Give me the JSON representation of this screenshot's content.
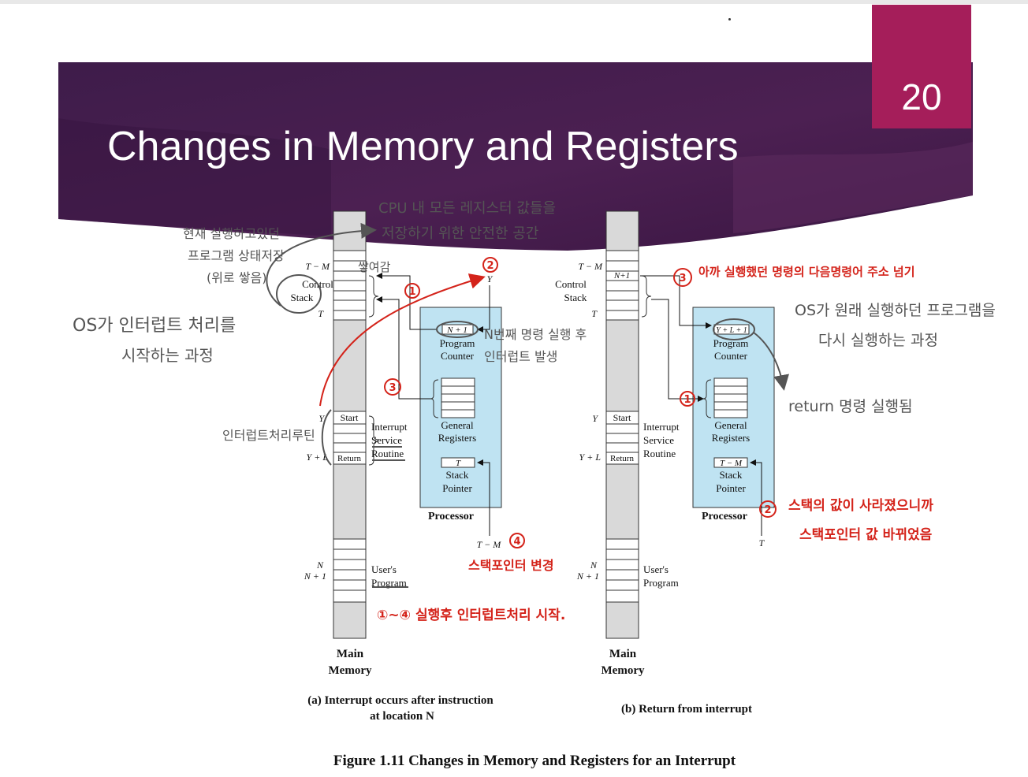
{
  "slide": {
    "number": "20",
    "title": "Changes in Memory and Registers",
    "colors": {
      "banner": "#4a1f4f",
      "badge": "#a51e5a",
      "processor": "#bfe3f2",
      "memory": "#d9d9d9",
      "annotation_red": "#d4231a",
      "annotation_gray": "#555555"
    }
  },
  "figure": {
    "caption": "Figure 1.11  Changes in Memory and Registers for an Interrupt",
    "a": {
      "caption_line1": "(a)  Interrupt occurs after instruction",
      "caption_line2": "at location N",
      "mem_labels": {
        "tm": "T − M",
        "t": "T",
        "y": "Y",
        "yl": "Y + L",
        "n": "N",
        "n1": "N + 1",
        "control": "Control",
        "stack": "Stack",
        "start": "Start",
        "return": "Return",
        "isr1": "Interrupt",
        "isr2": "Service",
        "isr3": "Routine",
        "user1": "User's",
        "user2": "Program",
        "main1": "Main",
        "main2": "Memory"
      },
      "proc_labels": {
        "pc_value": "N + 1",
        "pc1": "Program",
        "pc2": "Counter",
        "gr1": "General",
        "gr2": "Registers",
        "sp_value": "T",
        "sp1": "Stack",
        "sp2": "Pointer",
        "processor": "Processor",
        "y_top": "Y",
        "tm_bottom": "T − M"
      }
    },
    "b": {
      "caption": "(b)  Return from interrupt",
      "mem_labels": {
        "tm": "T − M",
        "t": "T",
        "y": "Y",
        "yl": "Y + L",
        "n": "N",
        "n1": "N + 1",
        "control": "Control",
        "stack": "Stack",
        "start": "Start",
        "return": "Return",
        "isr1": "Interrupt",
        "isr2": "Service",
        "isr3": "Routine",
        "user1": "User's",
        "user2": "Program",
        "main1": "Main",
        "main2": "Memory",
        "stack_top": "N+1"
      },
      "proc_labels": {
        "pc_value": "Y + L + 1",
        "pc1": "Program",
        "pc2": "Counter",
        "gr1": "General",
        "gr2": "Registers",
        "sp_value": "T − M",
        "sp1": "Stack",
        "sp2": "Pointer",
        "processor": "Processor",
        "t_bottom": "T"
      }
    }
  },
  "annotations": {
    "cpu_regs_1": "CPU 내 모든 레지스터 값들을",
    "cpu_regs_2": "저장하기 위한 안전한 공간",
    "current_1": "현재 실행하고있던",
    "current_2": "프로그램 상태저장",
    "current_3": "(위로 쌓음)",
    "push": "쌓여감",
    "os_start_1": "OS가 인터럽트 처리를",
    "os_start_2": "시작하는 과정",
    "nth_1": "N번째 명령 실행 후",
    "nth_2": "인터럽트 발생",
    "isr": "인터럽트처리루틴",
    "sp_change": "스택포인터 변경",
    "steps": "①~④ 실행후 인터럽트처리 시작.",
    "next_instr": "아까 실행했던 명령의 다음명령어 주소 넘기",
    "os_resume_1": "OS가 원래 실행하던 프로그램을",
    "os_resume_2": "다시 실행하는 과정",
    "return_exec": "return 명령 실행됨",
    "sp_restore_1": "스택의 값이 사라졌으니까",
    "sp_restore_2": "스택포인터 값 바뀌었음",
    "n1": "1",
    "n2": "2",
    "n3": "3",
    "n4": "4"
  }
}
